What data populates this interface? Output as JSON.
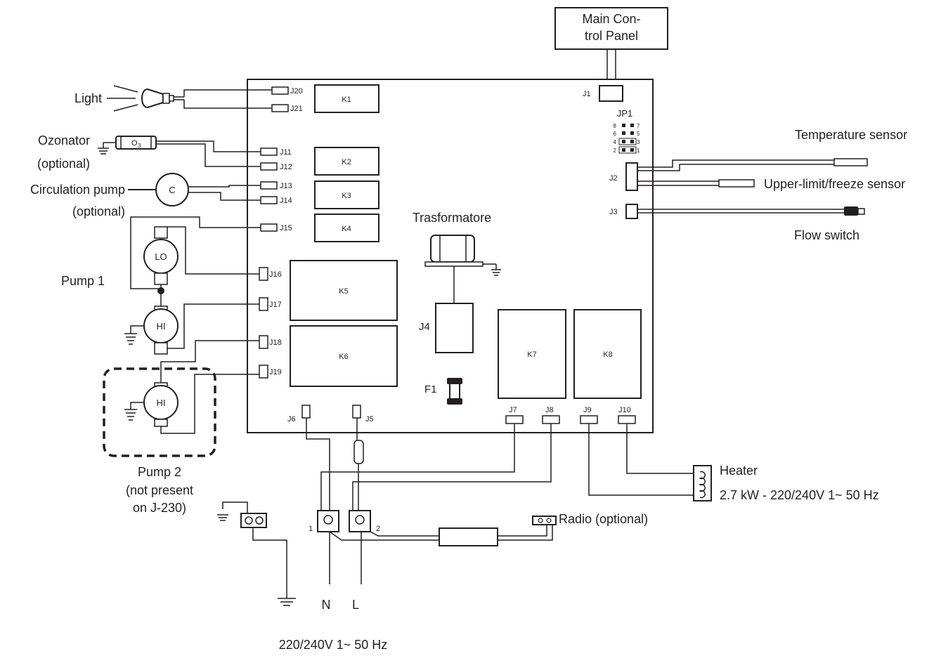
{
  "control_panel": {
    "line1": "Main Con-",
    "line2": "trol Panel"
  },
  "relays": {
    "k1": "K1",
    "k2": "K2",
    "k3": "K3",
    "k4": "K4",
    "k5": "K5",
    "k6": "K6",
    "k7": "K7",
    "k8": "K8"
  },
  "connectors": {
    "j1": "J1",
    "j2": "J2",
    "j3": "J3",
    "j4": "J4",
    "j5": "J5",
    "j6": "J6",
    "j7": "J7",
    "j8": "J8",
    "j9": "J9",
    "j10": "J10",
    "j11": "J11",
    "j12": "J12",
    "j13": "J13",
    "j14": "J14",
    "j15": "J15",
    "j16": "J16",
    "j17": "J17",
    "j18": "J18",
    "j19": "J19",
    "j20": "J20",
    "j21": "J21"
  },
  "jumper": {
    "label": "JP1",
    "pins": [
      "8",
      "7",
      "6",
      "5",
      "4",
      "3",
      "2",
      "1"
    ]
  },
  "fuse": "F1",
  "transformer": "Trasformatore",
  "components": {
    "light": "Light",
    "ozonator_line1": "Ozonator",
    "ozonator_line2": "(optional)",
    "ozonator_symbol": "O",
    "ozonator_subscript": "3",
    "circ_pump_line1": "Circulation pump",
    "circ_pump_line2": "(optional)",
    "circ_pump_symbol": "C",
    "pump1": "Pump 1",
    "pump1_lo": "LO",
    "pump1_hi": "HI",
    "pump2_hi": "HI",
    "pump2_line1": "Pump 2",
    "pump2_line2": "(not present",
    "pump2_line3": "on J-230)"
  },
  "sensors": {
    "temperature": "Temperature sensor",
    "upper_limit": "Upper-limit/freeze sensor",
    "flow_switch": "Flow switch"
  },
  "heater": {
    "label": "Heater",
    "spec": "2.7 kW - 220/240V 1~ 50 Hz"
  },
  "radio": "Radio (optional)",
  "terminals": {
    "t1": "1",
    "t2": "2"
  },
  "mains": {
    "neutral": "N",
    "line": "L",
    "spec": "220/240V 1~ 50 Hz"
  }
}
